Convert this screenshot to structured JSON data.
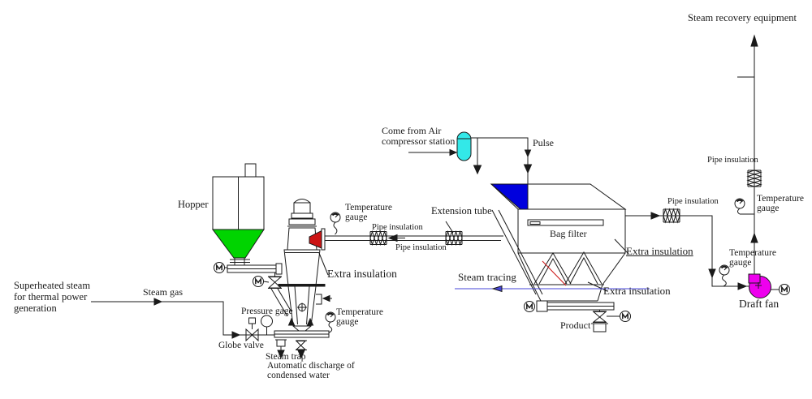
{
  "diagram": {
    "labels": {
      "steam_recovery": "Steam recovery equipment",
      "hopper": "Hopper",
      "come_air1": "Come from Air",
      "come_air2": "compressor station",
      "pulse": "Pulse",
      "extension_tube": "Extension tube",
      "bag_filter": "Bag filter",
      "temperature": "Temperature",
      "gauge": "gauge",
      "pipe_insulation": "Pipe insulation",
      "extra_insulation": "Extra insulation",
      "steam_tracing": "Steam tracing",
      "product": "Product",
      "sup1": "Superheated steam",
      "sup2": "for thermal power",
      "sup3": "generation",
      "steam_gas": "Steam gas",
      "globe_valve": "Globe valve",
      "pressure_gage": "Pressure gage",
      "steam_trap": "Steam trap",
      "auto1": "Automatic discharge of",
      "auto2": "condensed water",
      "draft_fan": "Draft fan"
    },
    "colors": {
      "green": "#00d400",
      "blue": "#0000dd",
      "cyan": "#33e8e8",
      "magenta": "#ee00ee",
      "red": "#cc1414",
      "tracing": "#4646d8",
      "ink": "#1a1a1a"
    }
  }
}
